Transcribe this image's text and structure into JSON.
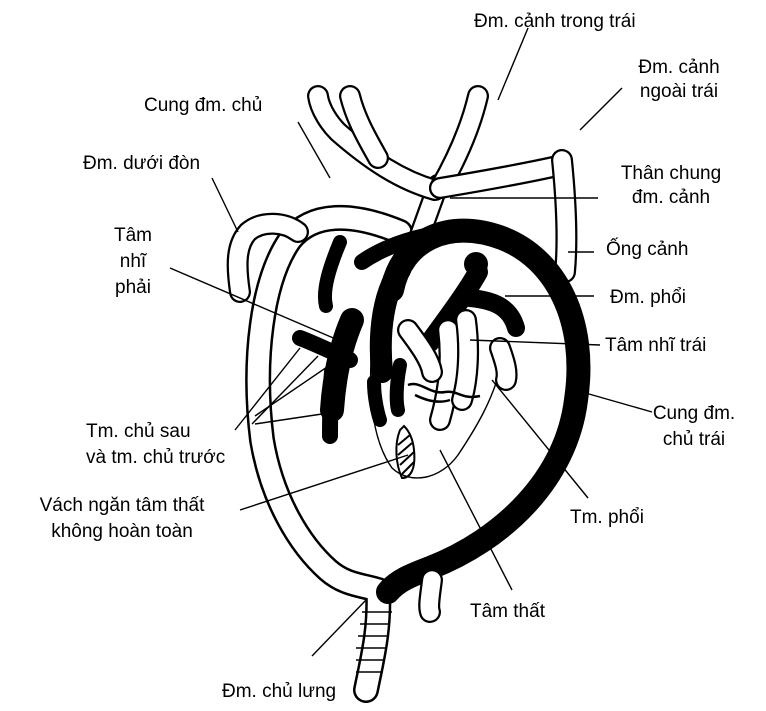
{
  "labels": {
    "carotid_internal_left": "Đm. cảnh trong trái",
    "carotid_external_left_1": "Đm. cảnh",
    "carotid_external_left_2": "ngoài trái",
    "aortic_arch": "Cung đm. chủ",
    "subclavian": "Đm. dưới đòn",
    "common_carotid_1": "Thân chung",
    "common_carotid_2": "đm. cảnh",
    "carotid_duct": "Ống cảnh",
    "right_atrium_1": "Tâm",
    "right_atrium_2": "nhĩ",
    "right_atrium_3": "phải",
    "pulmonary_artery": "Đm. phổi",
    "left_atrium": "Tâm nhĩ trái",
    "vena_cava_1": "Tm. chủ sau",
    "vena_cava_2": "và tm. chủ trước",
    "left_aortic_arch_1": "Cung đm.",
    "left_aortic_arch_2": "chủ trái",
    "septum_1": "Vách ngăn tâm thất",
    "septum_2": "không hoàn toàn",
    "pulmonary_vein": "Tm. phổi",
    "ventricle": "Tâm thất",
    "dorsal_aorta": "Đm. chủ lưng"
  }
}
